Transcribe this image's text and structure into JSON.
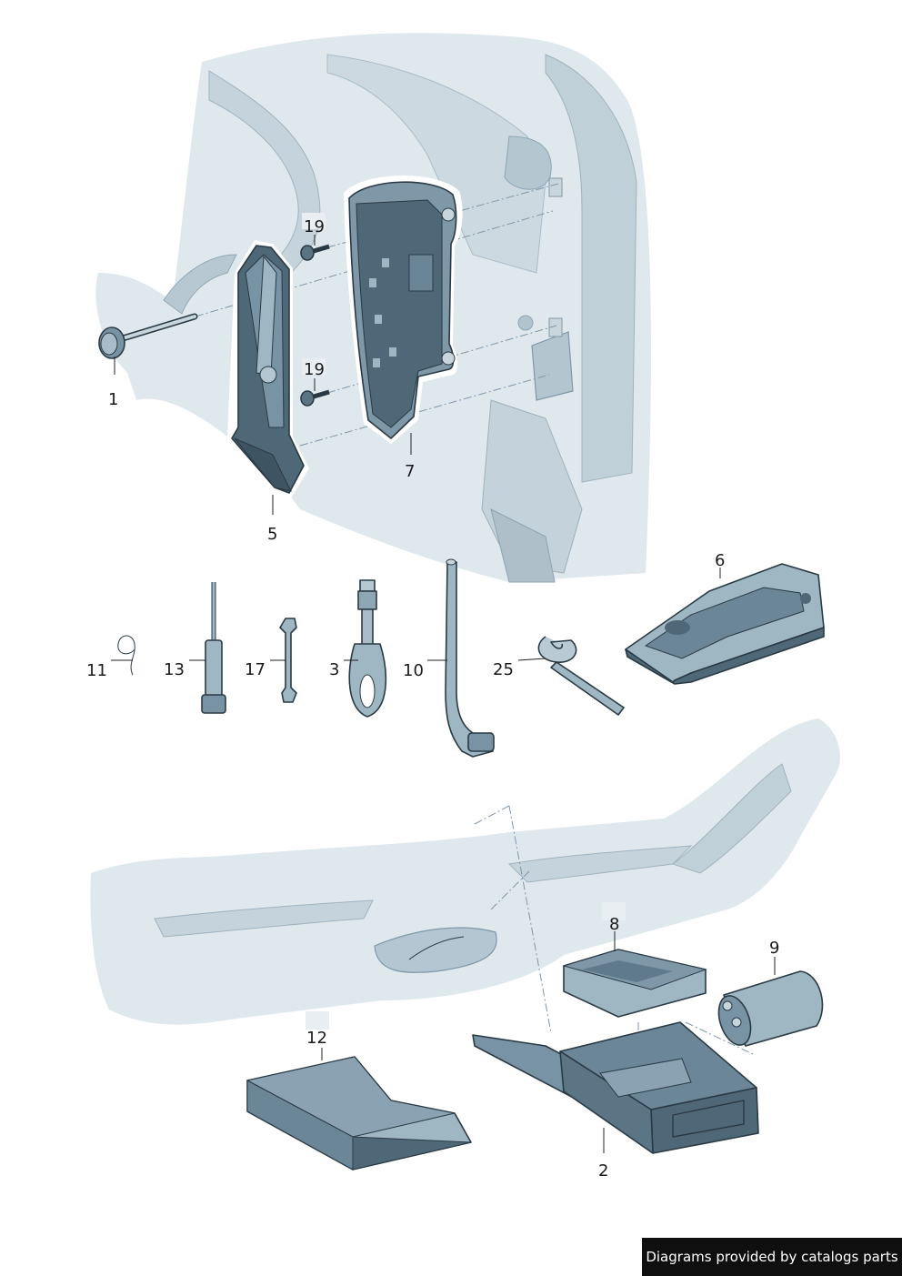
{
  "colors": {
    "body_light": "#dfe8ed",
    "body_mid": "#b7c8d2",
    "part_face": "#9fb6c3",
    "part_dark": "#4f6877",
    "part_shade": "#7893a3",
    "outline": "#2a3a44"
  },
  "callouts": {
    "c1": "1",
    "c2": "2",
    "c3": "3",
    "c5": "5",
    "c6": "6",
    "c7": "7",
    "c8": "8",
    "c9": "9",
    "c10": "10",
    "c11": "11",
    "c12": "12",
    "c13": "13",
    "c17": "17",
    "c19a": "19",
    "c19b": "19",
    "c25": "25"
  },
  "footer": {
    "text": "Diagrams provided by catalogs parts"
  }
}
